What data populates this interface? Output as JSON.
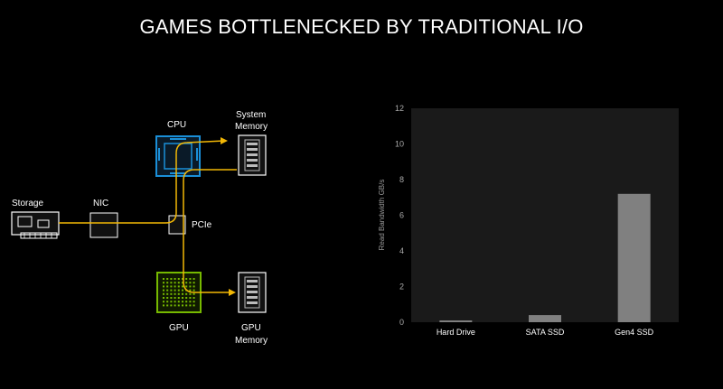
{
  "slide": {
    "title": "GAMES BOTTLENECKED BY TRADITIONAL I/O"
  },
  "diagram": {
    "labels": {
      "storage": "Storage",
      "nic": "NIC",
      "cpu": "CPU",
      "system_memory_line1": "System",
      "system_memory_line2": "Memory",
      "pcie": "PCIe",
      "gpu": "GPU",
      "gpu_memory_line1": "GPU",
      "gpu_memory_line2": "Memory"
    },
    "colors": {
      "data_path": "#f2b705",
      "cpu_accent": "#1a8fd8",
      "gpu_accent": "#76b900",
      "box_stroke": "#ffffff",
      "memory_fill": "#bbbbbb"
    }
  },
  "chart_data": {
    "type": "bar",
    "categories": [
      "Hard Drive",
      "SATA SSD",
      "Gen4 SSD"
    ],
    "values": [
      0.1,
      0.4,
      7.2
    ],
    "ylabel": "Read Bandwidth GB/s",
    "ylim": [
      0,
      12
    ],
    "yticks": [
      0,
      2,
      4,
      6,
      8,
      10,
      12
    ],
    "grid": false,
    "colors": {
      "plot_bg": "#1a1a1a",
      "bar": "#808080"
    }
  }
}
